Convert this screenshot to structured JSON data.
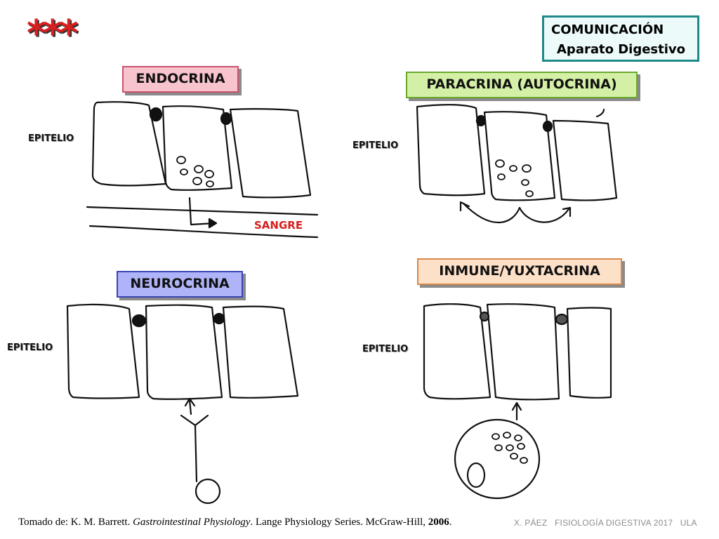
{
  "header": {
    "stars": "***",
    "title_line1": "COMUNICACIÓN",
    "title_line2": "Aparato Digestivo"
  },
  "panels": {
    "endocrina": {
      "label": "ENDOCRINA",
      "epitelio": "EPITELIO",
      "sangre": "SANGRE"
    },
    "paracrina": {
      "label": "PARACRINA (AUTOCRINA)",
      "epitelio": "EPITELIO"
    },
    "neurocrina": {
      "label": "NEUROCRINA",
      "epitelio": "EPITELIO"
    },
    "inmune": {
      "label": "INMUNE/YUXTACRINA",
      "epitelio": "EPITELIO"
    }
  },
  "footer": {
    "source_prefix": "Tomado de: K. M. Barrett. ",
    "source_title": "Gastrointestinal Physiology",
    "source_suffix": ". Lange Physiology Series. McGraw-Hill, ",
    "source_year": "2006",
    "source_end": ".",
    "credit": "X. PÁEZ   FISIOLOGÍA DIGESTIVA 2017   ULA"
  },
  "colors": {
    "stars": "#d81e1e",
    "sangre": "#d81e1e",
    "endocrina_bg": "#f7c3cd",
    "paracrina_bg": "#d4f0a6",
    "neurocrina_bg": "#aeb4f7",
    "inmune_bg": "#fde0c8",
    "title_border": "#1e8a8a"
  }
}
